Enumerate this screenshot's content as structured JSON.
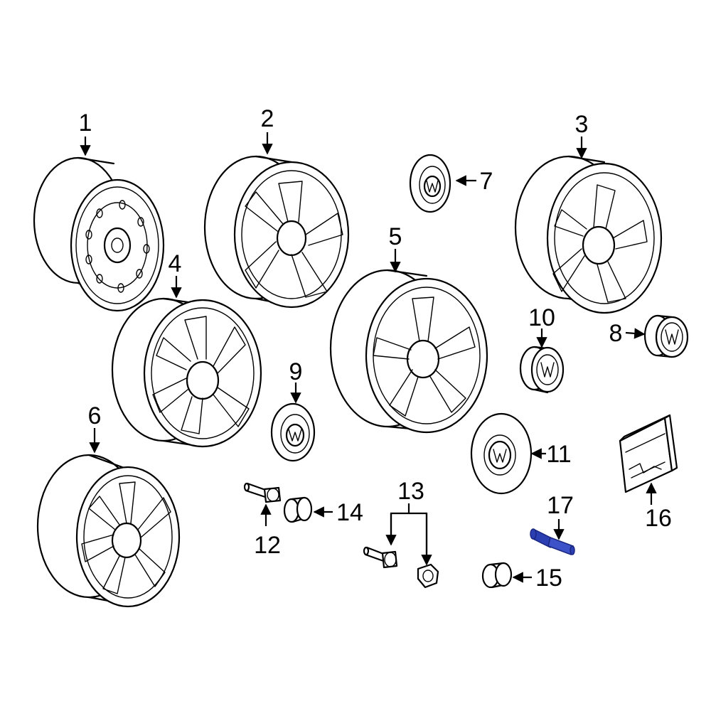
{
  "colors": {
    "line": "#000000",
    "background": "#ffffff",
    "highlight": "#2b3fb3"
  },
  "callouts": [
    {
      "id": "1",
      "text": "1"
    },
    {
      "id": "2",
      "text": "2"
    },
    {
      "id": "3",
      "text": "3"
    },
    {
      "id": "4",
      "text": "4"
    },
    {
      "id": "5",
      "text": "5"
    },
    {
      "id": "6",
      "text": "6"
    },
    {
      "id": "7",
      "text": "7"
    },
    {
      "id": "8",
      "text": "8"
    },
    {
      "id": "9",
      "text": "9"
    },
    {
      "id": "10",
      "text": "10"
    },
    {
      "id": "11",
      "text": "11"
    },
    {
      "id": "12",
      "text": "12"
    },
    {
      "id": "13",
      "text": "13"
    },
    {
      "id": "14",
      "text": "14"
    },
    {
      "id": "15",
      "text": "15"
    },
    {
      "id": "16",
      "text": "16"
    },
    {
      "id": "17",
      "text": "17",
      "highlighted": true
    }
  ]
}
